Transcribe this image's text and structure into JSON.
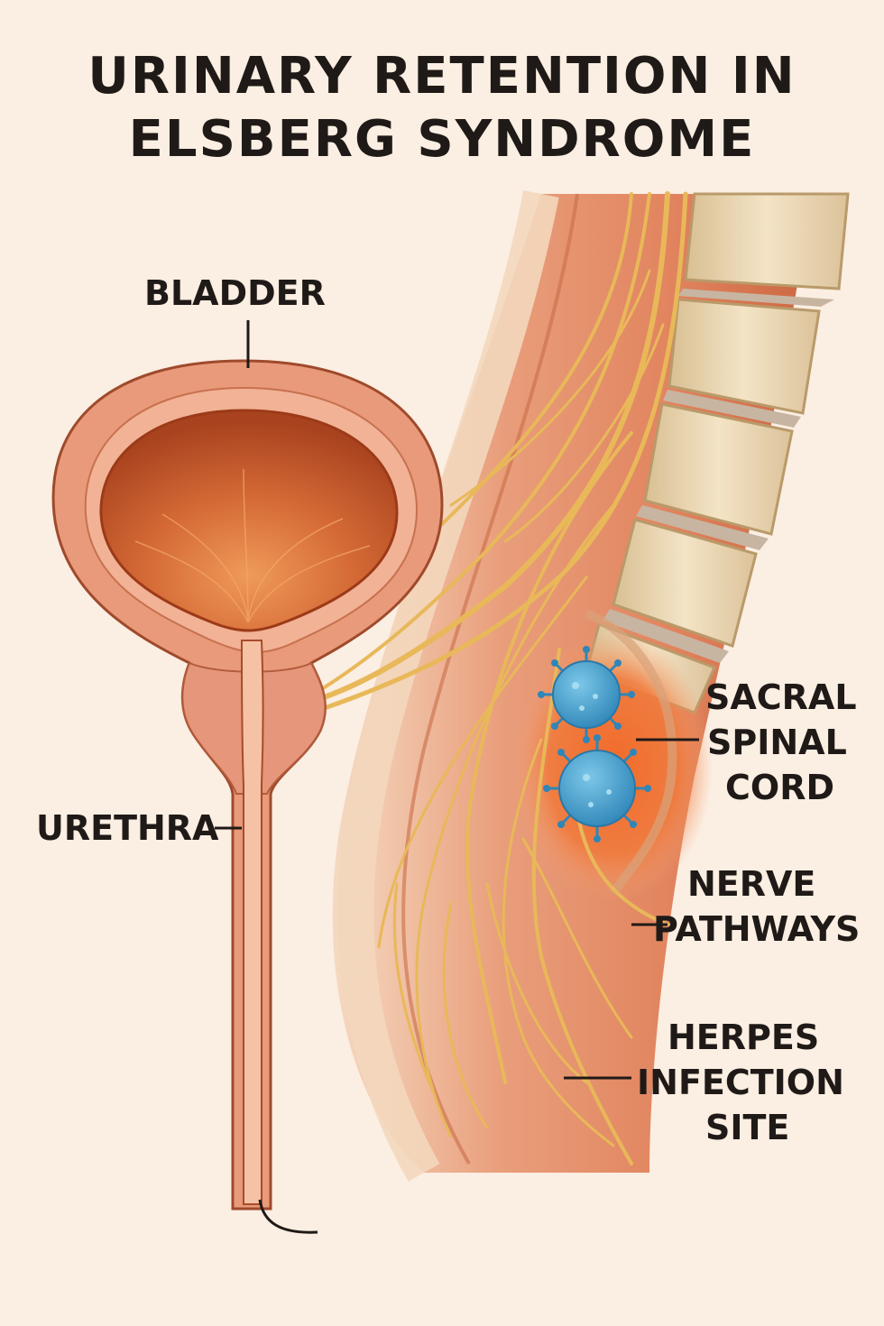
{
  "title": {
    "line1": "URINARY RETENTION IN",
    "line2": "ELSBERG SYNDROME"
  },
  "labels": {
    "bladder": "BLADDER",
    "urethra": "URETHRA",
    "sacral_spinal_cord": [
      "SACRAL",
      "SPINAL",
      "CORD"
    ],
    "nerve_pathways": [
      "NERVE",
      "PATHWAYS"
    ],
    "herpes_infection_site": [
      "HERPES",
      "INFECTION",
      "SITE"
    ]
  },
  "colors": {
    "background": "#fbeee2",
    "bladder_wall": "#e59a7a",
    "bladder_lumen": "#c2562a",
    "nerve": "#e8b859",
    "vertebra": "#ecd9b4",
    "inflammation": "#f06a2c",
    "virus": "#3f9fcf"
  }
}
